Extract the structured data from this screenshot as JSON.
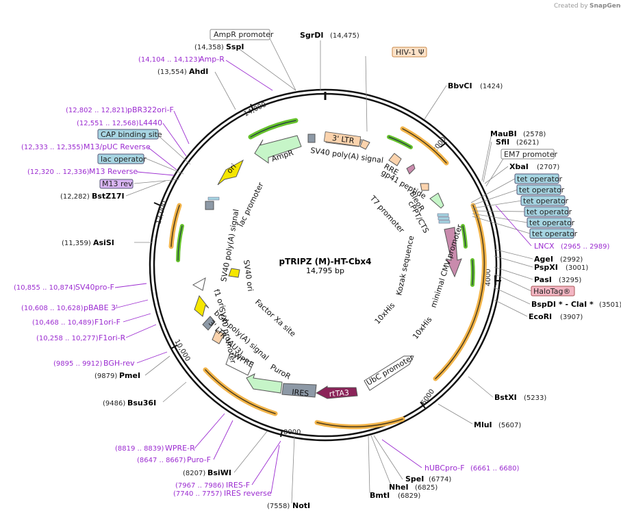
{
  "watermark": {
    "prefix": "Created by",
    "brand": "SnapGene"
  },
  "plasmid": {
    "name": "pTRIPZ (M)-HT-Cbx4",
    "size": "14,795 bp"
  },
  "ticks": [
    "2000",
    "4000",
    "6000",
    "8000",
    "10,000",
    "12,000",
    "14,000"
  ],
  "sites": [
    {
      "name": "SgrDI",
      "pos": "(14,475)"
    },
    {
      "name": "SspI",
      "pos": "(14,358)"
    },
    {
      "name": "AhdI",
      "pos": "(13,554)"
    },
    {
      "name": "BstZ17I",
      "pos": "(12,282)"
    },
    {
      "name": "AsiSI",
      "pos": "(11,359)"
    },
    {
      "name": "PmeI",
      "pos": "(9879)"
    },
    {
      "name": "Bsu36I",
      "pos": "(9486)"
    },
    {
      "name": "BsiWI",
      "pos": "(8207)"
    },
    {
      "name": "NotI",
      "pos": "(7558)"
    },
    {
      "name": "BmtI",
      "pos": "(6829)"
    },
    {
      "name": "NheI",
      "pos": "(6825)"
    },
    {
      "name": "SpeI",
      "pos": "(6774)"
    },
    {
      "name": "MluI",
      "pos": "(5607)"
    },
    {
      "name": "BstXI",
      "pos": "(5233)"
    },
    {
      "name": "EcoRI",
      "pos": "(3907)"
    },
    {
      "name": "BspDI * - ClaI *",
      "pos": "(3501)"
    },
    {
      "name": "PasI",
      "pos": "(3295)"
    },
    {
      "name": "PspXI",
      "pos": "(3001)"
    },
    {
      "name": "AgeI",
      "pos": "(2992)"
    },
    {
      "name": "XbaI",
      "pos": "(2707)"
    },
    {
      "name": "SfiI",
      "pos": "(2621)"
    },
    {
      "name": "MauBI",
      "pos": "(2578)"
    },
    {
      "name": "BbvCI",
      "pos": "(1424)"
    }
  ],
  "primers": [
    {
      "name": "Amp-R",
      "pos": "(14,104 .. 14,123)"
    },
    {
      "name": "pBR322ori-F",
      "pos": "(12,802 .. 12,821)"
    },
    {
      "name": "L4440",
      "pos": "(12,551 .. 12,568)"
    },
    {
      "name": "M13/pUC Reverse",
      "pos": "(12,333 .. 12,355)"
    },
    {
      "name": "M13 Reverse",
      "pos": "(12,320 .. 12,336)"
    },
    {
      "name": "SV40pro-F",
      "pos": "(10,855 .. 10,874)"
    },
    {
      "name": "pBABE 3'",
      "pos": "(10,608 .. 10,628)"
    },
    {
      "name": "F1ori-F",
      "pos": "(10,468 .. 10,489)"
    },
    {
      "name": "F1ori-R",
      "pos": "(10,258 .. 10,277)"
    },
    {
      "name": "BGH-rev",
      "pos": "(9895 .. 9912)"
    },
    {
      "name": "WPRE-R",
      "pos": "(8819 .. 8839)"
    },
    {
      "name": "Puro-F",
      "pos": "(8647 .. 8667)"
    },
    {
      "name": "IRES-F",
      "pos": "(7967 .. 7986)"
    },
    {
      "name": "IRES reverse",
      "pos": "(7740 .. 7757)"
    },
    {
      "name": "hUBCpro-F",
      "pos": "(6661 .. 6680)"
    },
    {
      "name": "LNCX",
      "pos": "(2965 .. 2989)"
    }
  ],
  "feature_boxes": [
    {
      "name": "AmpR promoter"
    },
    {
      "name": "HIV-1 Ψ"
    },
    {
      "name": "EM7 promoter"
    },
    {
      "name": "tet operator"
    },
    {
      "name": "tet operator"
    },
    {
      "name": "tet operator"
    },
    {
      "name": "tet operator"
    },
    {
      "name": "tet operator"
    },
    {
      "name": "tet operator"
    },
    {
      "name": "HaloTag®"
    },
    {
      "name": "CAP binding site"
    },
    {
      "name": "lac operator"
    },
    {
      "name": "M13 rev"
    }
  ],
  "inner_labels": {
    "ltr3": "3' LTR",
    "sv40pa_top": "SV40 poly(A) signal",
    "rre": "RRE",
    "gp41": "gp41 peptide",
    "ampr": "AmpR",
    "ori": "ori",
    "t7": "T7 promoter",
    "bleor": "BleoR",
    "cppt": "cPPT/CTS",
    "mincmv": "minimal CMV promoter",
    "kozak": "Kozak sequence",
    "his10a": "10xHis",
    "his10b": "10xHis",
    "lacprom": "lac promoter",
    "sv40pa_left": "SV40 poly(A) signal",
    "sv40prom": "SV40 promoter",
    "sv40ori": "SV40 ori",
    "f1ori": "f1 ori",
    "factorxa": "Factor Xa site",
    "bghpa": "bGH poly(A) signal",
    "ltr3du3": "3' LTR (ΔU3)",
    "wpre": "WPRE",
    "puror": "PuroR",
    "ires": "IRES",
    "rtta3": "rtTA3",
    "ubc": "UbC promoter"
  },
  "colors": {
    "backbone": "#111111",
    "enzyme": "#000000",
    "primer": "#9b2bd0",
    "orange_arc": "#f2b44a",
    "green_arc": "#66c22d",
    "ampr": "#c6f5c8",
    "ori": "#f5e600",
    "rtta3": "#8b2459",
    "mincmv": "#c98bad",
    "ires": "#8d99a6",
    "operator": "#a7d5e2",
    "halotag": "#f3b6c3",
    "m13rev": "#d9b5f3",
    "ltr": "#fbd3ad",
    "hiv": "#fde2c8"
  }
}
